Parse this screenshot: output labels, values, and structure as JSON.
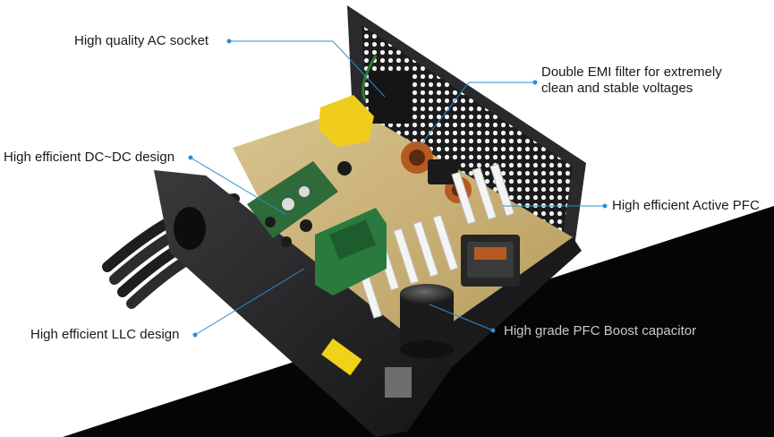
{
  "callouts": {
    "ac_socket": "High quality AC socket",
    "emi_filter_line1": "Double EMI filter for extremely",
    "emi_filter_line2": "clean and stable voltages",
    "dcdc": "High efficient DC~DC design",
    "active_pfc": "High efficient Active PFC",
    "llc": "High efficient LLC design",
    "pfc_capacitor": "High grade PFC Boost capacitor"
  },
  "colors": {
    "leader_line": "#2a8fd0",
    "label_text": "#1a1a1a",
    "label_text_on_dark": "#c9c9c9",
    "background_dark": "#050505",
    "pcb": "#c9b27a",
    "chassis": "#2b2b2d"
  }
}
